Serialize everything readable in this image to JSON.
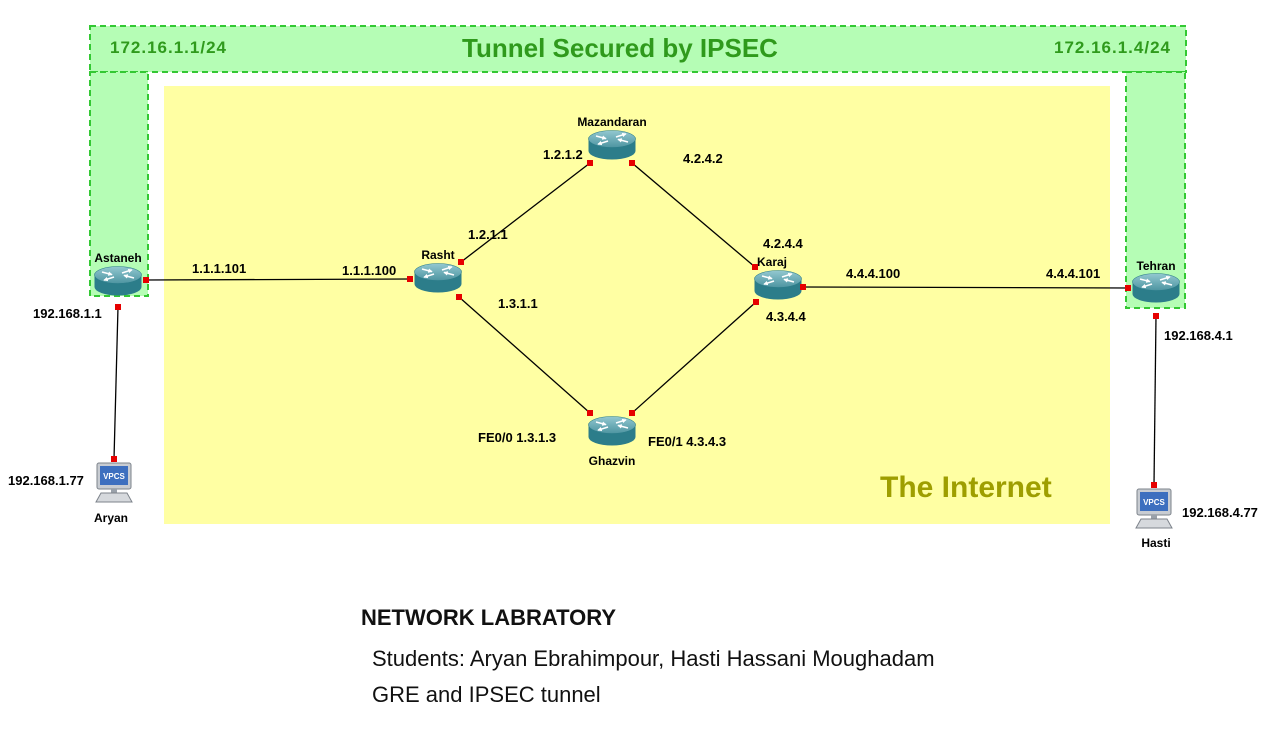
{
  "tunnel": {
    "title": "Tunnel Secured by IPSEC",
    "left_ip": "172.16.1.1/24",
    "right_ip": "172.16.1.4/24"
  },
  "internet": {
    "label": "The Internet"
  },
  "routers": {
    "astaneh": {
      "name": "Astaneh",
      "icon": "router-icon"
    },
    "rasht": {
      "name": "Rasht",
      "icon": "router-icon"
    },
    "mazandaran": {
      "name": "Mazandaran",
      "icon": "router-icon"
    },
    "karaj": {
      "name": "Karaj",
      "icon": "router-icon"
    },
    "ghazvin": {
      "name": "Ghazvin",
      "icon": "router-icon"
    },
    "tehran": {
      "name": "Tehran",
      "icon": "router-icon"
    }
  },
  "pcs": {
    "aryan": {
      "name": "Aryan",
      "icon": "vpcs-pc-icon",
      "icon_text": "VPCS"
    },
    "hasti": {
      "name": "Hasti",
      "icon": "vpcs-pc-icon",
      "icon_text": "VPCS"
    }
  },
  "interfaces": {
    "astaneh_to_rasht": "1.1.1.101",
    "rasht_to_astaneh": "1.1.1.100",
    "astaneh_lan": "192.168.1.1",
    "aryan_ip": "192.168.1.77",
    "mazandaran_to_rasht": "1.2.1.2",
    "mazandaran_to_karaj": "4.2.4.2",
    "rasht_to_mazandaran": "1.2.1.1",
    "rasht_to_ghazvin": "1.3.1.1",
    "karaj_to_mazandaran": "4.2.4.4",
    "karaj_to_ghazvin": "4.3.4.4",
    "karaj_to_tehran": "4.4.4.100",
    "tehran_to_karaj": "4.4.4.101",
    "tehran_lan": "192.168.4.1",
    "hasti_ip": "192.168.4.77",
    "ghazvin_to_rasht": "FE0/0 1.3.1.3",
    "ghazvin_to_karaj": "FE0/1 4.3.4.3"
  },
  "footer": {
    "heading": "NETWORK LABRATORY",
    "students": "Students: Aryan Ebrahimpour, Hasti Hassani Moughadam",
    "subject": "GRE and IPSEC tunnel"
  },
  "colors": {
    "tunnel_fill": "#b5fdb5",
    "tunnel_border": "#33c833",
    "tunnel_text": "#2f9a1c",
    "internet_fill": "#ffffa3",
    "internet_text": "#9e9e00",
    "link_line": "#000000",
    "port_dot": "#e60000"
  }
}
